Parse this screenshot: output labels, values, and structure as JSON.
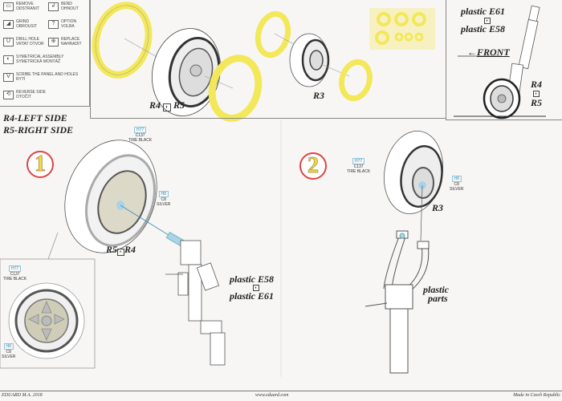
{
  "legend": [
    {
      "icon": "remove-icon",
      "glyph": "▭",
      "label": "REMOVE",
      "sub": "ODSTRANIT"
    },
    {
      "icon": "bend-icon",
      "glyph": "↲",
      "label": "BEND",
      "sub": "OHNOUT"
    },
    {
      "icon": "grind-icon",
      "glyph": "◢",
      "label": "GRIND",
      "sub": "OBROUSIT"
    },
    {
      "icon": "option-icon",
      "glyph": "?",
      "label": "OPTION",
      "sub": "VOLBA"
    },
    {
      "icon": "drill-hole-icon",
      "glyph": "U",
      "label": "DRILL HOLE",
      "sub": "VRTAT OTVOR"
    },
    {
      "icon": "replace-icon",
      "glyph": "⊕",
      "label": "REPLACE",
      "sub": "NAHRADIT"
    },
    {
      "icon": "symmetrical-assembly-icon",
      "glyph": "◐",
      "label": "SYMETRICAL ASSEMBLY",
      "sub": "SYMETRICKÁ MONTÁŽ"
    },
    {
      "icon": "scribe-icon",
      "glyph": "V",
      "label": "SCRIBE THE PANEL AND HOLES",
      "sub": "RYTÍ"
    },
    {
      "icon": "reverse-side-icon",
      "glyph": "⟲",
      "label": "REVERSE SIDE",
      "sub": "OTOČIT"
    }
  ],
  "top_panel": {
    "label_left": "R4",
    "label_right": "R5",
    "label_r3": "R3"
  },
  "right_panel": {
    "plastic_a": "plastic E61",
    "plastic_b": "plastic E58",
    "front": "FRONT",
    "r4": "R4",
    "r5": "R5"
  },
  "side_labels": {
    "left": "R4-LEFT SIDE",
    "right": "R5-RIGHT SIDE"
  },
  "step1": {
    "number": "1",
    "tire_callout": {
      "code": "H77",
      "color": "C137",
      "name": "TIRE BLACK"
    },
    "hub_callout": {
      "code": "H8",
      "color": "C8",
      "name": "SILVER"
    },
    "label_left": "R5",
    "label_right": "R4",
    "plastic_a": "plastic E58",
    "plastic_b": "plastic E61",
    "inset_tire": {
      "code": "H77",
      "color": "C137",
      "name": "TIRE BLACK"
    },
    "inset_hub": {
      "code": "H8",
      "color": "C8",
      "name": "SILVER"
    }
  },
  "step2": {
    "number": "2",
    "tire_callout": {
      "code": "H77",
      "color": "C137",
      "name": "TIRE BLACK"
    },
    "hub_callout": {
      "code": "H8",
      "color": "C8",
      "name": "SILVER"
    },
    "label": "R3",
    "plastic_a": "plastic",
    "plastic_b": "parts"
  },
  "footer": {
    "left": "EDUARD  M.A. 2018",
    "center": "www.eduard.com",
    "right": "Made in Czech Republic"
  },
  "colors": {
    "mask_yellow": "#f3e85a",
    "callout_blue": "#3a8fb8",
    "step_ring": "#dd4444"
  }
}
